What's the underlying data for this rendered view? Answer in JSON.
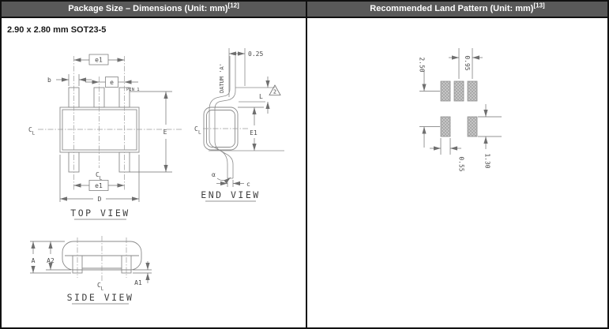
{
  "header": {
    "left": {
      "title": "Package Size – Dimensions (Unit: mm)",
      "footnote": "[12]"
    },
    "right": {
      "title": "Recommended Land Pattern (Unit: mm)",
      "footnote": "[13]"
    }
  },
  "package": {
    "subtitle": "2.90 x 2.80 mm SOT23-5"
  },
  "top_view": {
    "title": "TOP VIEW",
    "pin1": "PIN 1",
    "dim_e1_top": "e1",
    "dim_e": "e",
    "dim_b": "b",
    "dim_E": "E",
    "dim_e1_bottom": "e1",
    "dim_D": "D",
    "cl_c": "C",
    "cl_l": "L"
  },
  "end_view": {
    "title": "END VIEW",
    "dim_offset": "0.25",
    "datum": "DATUM 'A'",
    "flag_note": "2",
    "dim_L": "L",
    "dim_E1": "E1",
    "dim_alpha": "α",
    "dim_c": "c",
    "cl_c": "C",
    "cl_l": "L"
  },
  "side_view": {
    "title": "SIDE VIEW",
    "dim_A": "A",
    "dim_A2": "A2",
    "dim_A1": "A1",
    "cl_c": "C",
    "cl_l": "L"
  },
  "land_pattern": {
    "dim_pitch": "0.95",
    "dim_row_spacing": "2.50",
    "dim_pad_width": "0.55",
    "dim_pad_height": "1.30"
  },
  "colors": {
    "header_bg": "#595959",
    "header_text": "#ffffff",
    "border": "#111111",
    "line": "#8a8a8a",
    "dim_ink": "#6f6f6f",
    "text_ink": "#4a4a4a",
    "pad_fill": "#bfbfbf"
  }
}
